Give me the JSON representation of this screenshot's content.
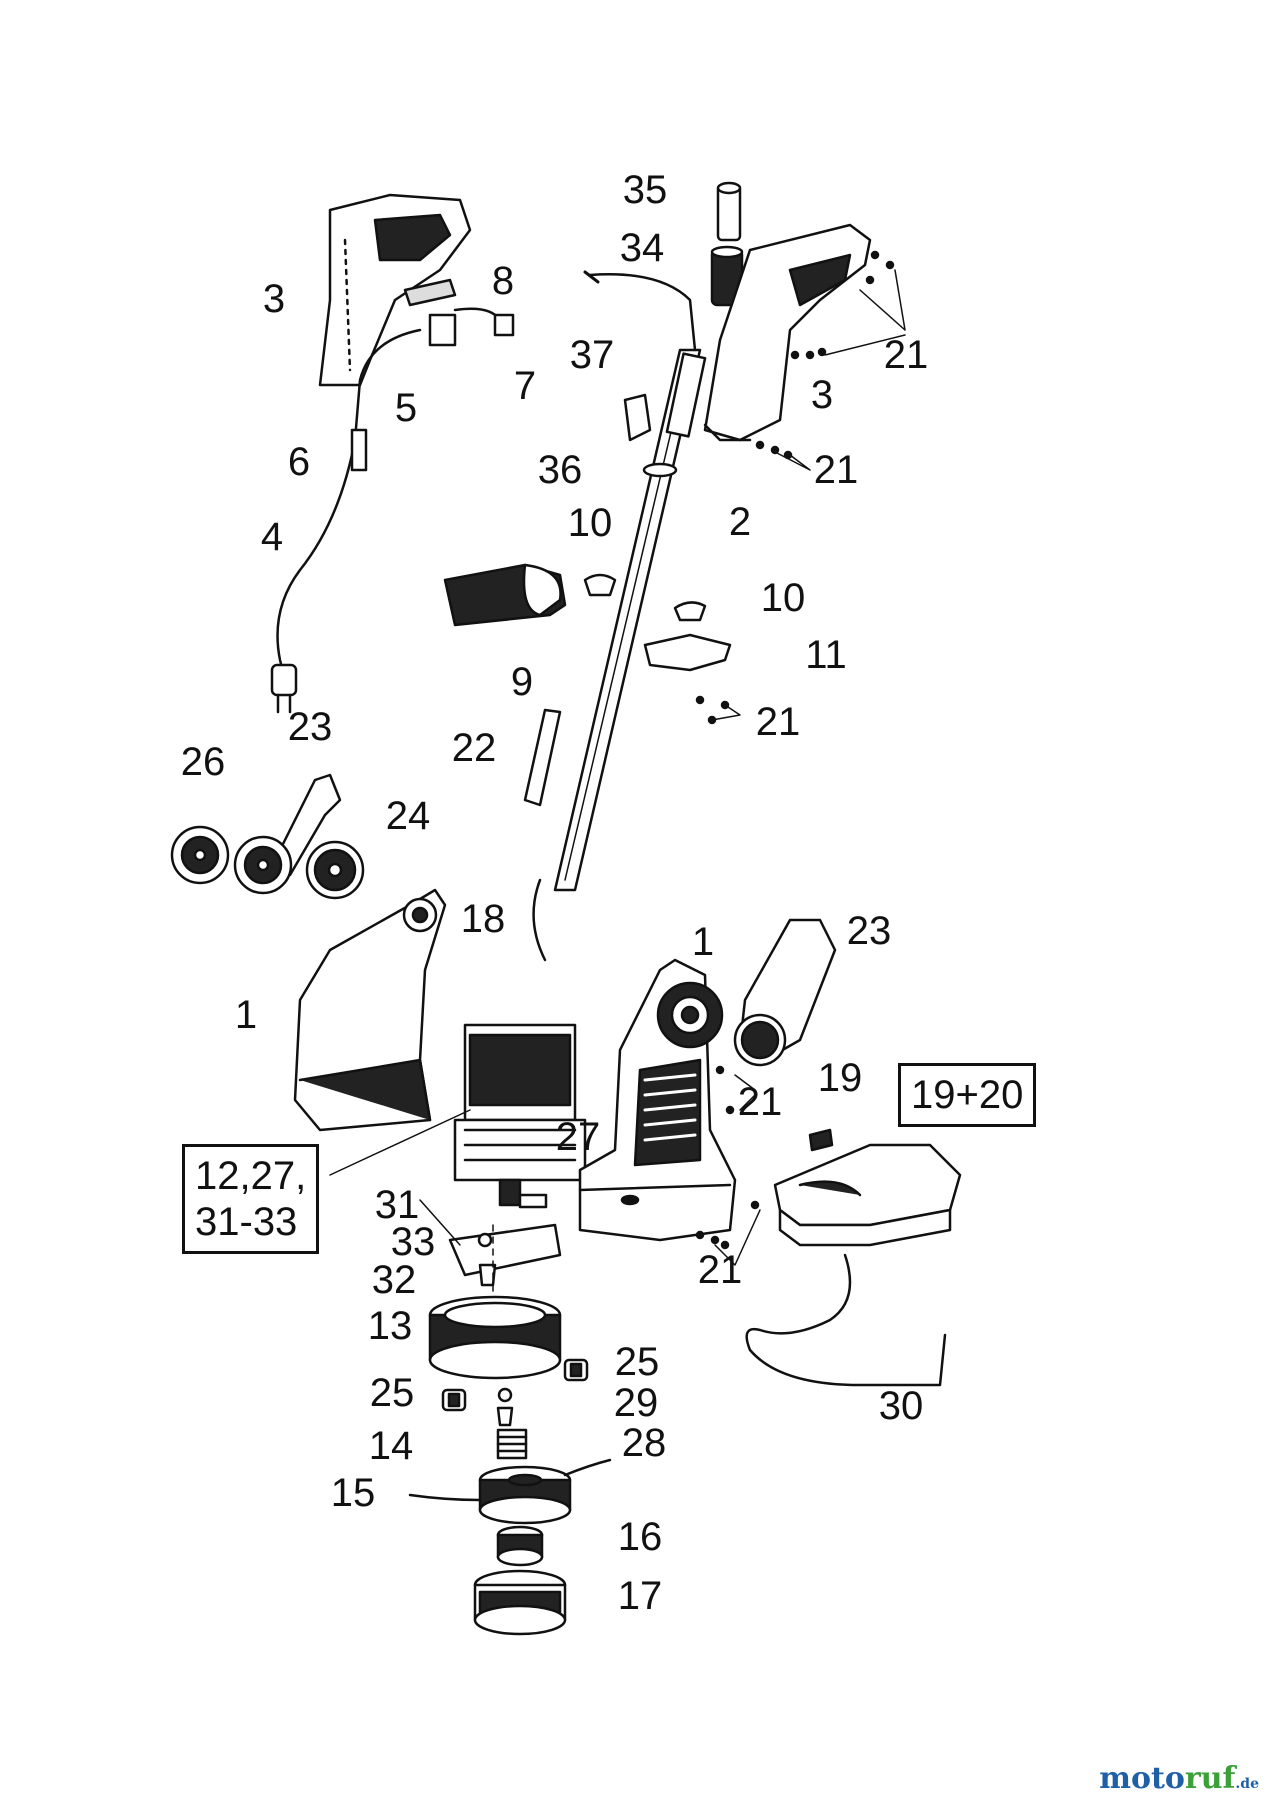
{
  "labels": {
    "l35": "35",
    "l34": "34",
    "l3a": "3",
    "l8": "8",
    "l7": "7",
    "l5": "5",
    "l37": "37",
    "l21a": "21",
    "l3b": "3",
    "l6": "6",
    "l36": "36",
    "l21b": "21",
    "l4": "4",
    "l10a": "10",
    "l2": "2",
    "l10b": "10",
    "l11": "11",
    "l9": "9",
    "l21c": "21",
    "l23a": "23",
    "l22": "22",
    "l26": "26",
    "l24": "24",
    "l18": "18",
    "l1a": "1",
    "l1b": "1",
    "l23b": "23",
    "l19": "19",
    "l21d": "21",
    "l27": "27",
    "l31": "31",
    "l33": "33",
    "l32": "32",
    "l21e": "21",
    "l13": "13",
    "l25a": "25",
    "l25b": "25",
    "l29": "29",
    "l28": "28",
    "l30": "30",
    "l14": "14",
    "l15": "15",
    "l16": "16",
    "l17": "17"
  },
  "boxed": {
    "b1": "12,27,\n31-33",
    "b2": "19+20"
  },
  "logo": {
    "part1": "moto",
    "part2": "ruf",
    "part3": ".de"
  },
  "colors": {
    "ink": "#111111",
    "logo_blue": "#1f5fa8",
    "logo_green": "#3aa037"
  }
}
